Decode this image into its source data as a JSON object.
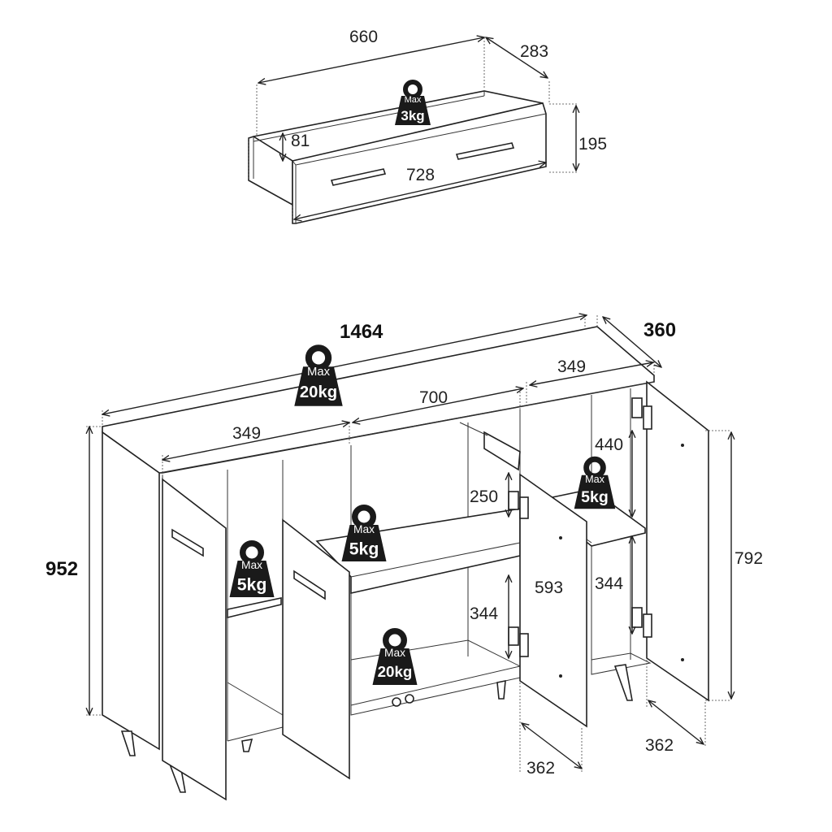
{
  "drawer": {
    "width_label": "660",
    "depth_label": "283",
    "inner_height_label": "81",
    "height_label": "195",
    "front_width_label": "728",
    "load": {
      "max_label": "Max",
      "value_label": "3kg"
    }
  },
  "sideboard": {
    "total_width_label": "1464",
    "total_depth_label": "360",
    "left_section_width_label": "349",
    "middle_section_width_label": "700",
    "right_section_width_label": "349",
    "total_height_label": "952",
    "door_height_label": "792",
    "right_shelf_upper_label": "440",
    "middle_upper_label": "250",
    "middle_door_label": "593",
    "middle_lower_label": "344",
    "right_shelf_lower_label": "344",
    "door_width_label_center": "362",
    "door_width_label_right": "362",
    "loads": {
      "top": {
        "max_label": "Max",
        "value_label": "20kg"
      },
      "left_shelf": {
        "max_label": "Max",
        "value_label": "5kg"
      },
      "mid_shelf": {
        "max_label": "Max",
        "value_label": "5kg"
      },
      "right_shelf": {
        "max_label": "Max",
        "value_label": "5kg"
      },
      "bottom": {
        "max_label": "Max",
        "value_label": "20kg"
      }
    }
  }
}
